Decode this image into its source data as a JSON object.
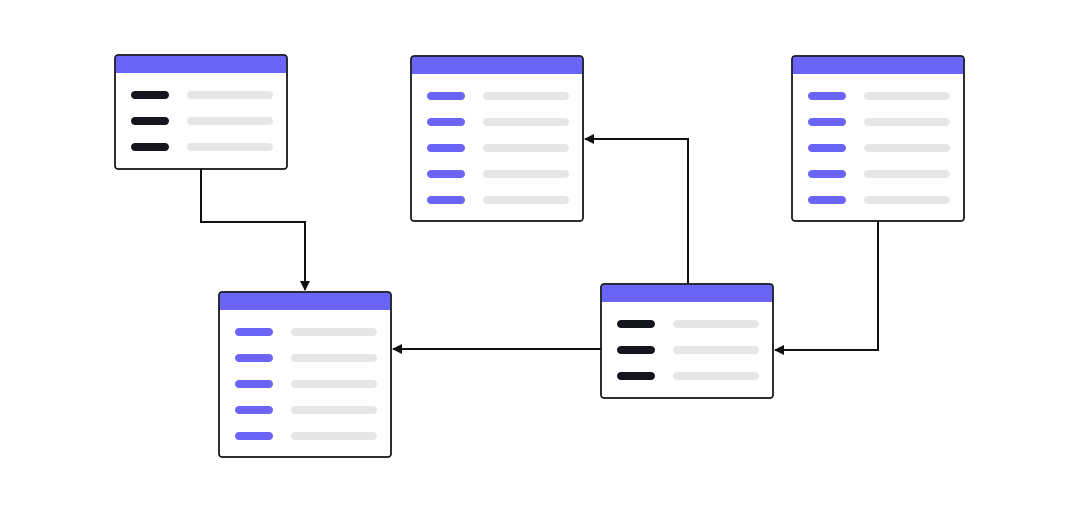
{
  "colors": {
    "header": "#6B65F7",
    "accent_key": "#6B65F7",
    "dark_key": "#15151D",
    "placeholder": "#E6E6E6",
    "border": "#111111",
    "connector": "#111111",
    "background": "#FFFFFF"
  },
  "tables": [
    {
      "id": "table-top-left",
      "row_count": 3,
      "key_style": "dark"
    },
    {
      "id": "table-top-middle",
      "row_count": 5,
      "key_style": "accent"
    },
    {
      "id": "table-top-right",
      "row_count": 5,
      "key_style": "accent"
    },
    {
      "id": "table-bottom-left",
      "row_count": 5,
      "key_style": "accent"
    },
    {
      "id": "table-bottom-right",
      "row_count": 3,
      "key_style": "dark"
    }
  ],
  "connections": [
    {
      "from": "table-top-left",
      "to": "table-bottom-left"
    },
    {
      "from": "table-bottom-right",
      "to": "table-top-middle"
    },
    {
      "from": "table-bottom-right",
      "to": "table-bottom-left"
    },
    {
      "from": "table-top-right",
      "to": "table-bottom-right"
    }
  ]
}
